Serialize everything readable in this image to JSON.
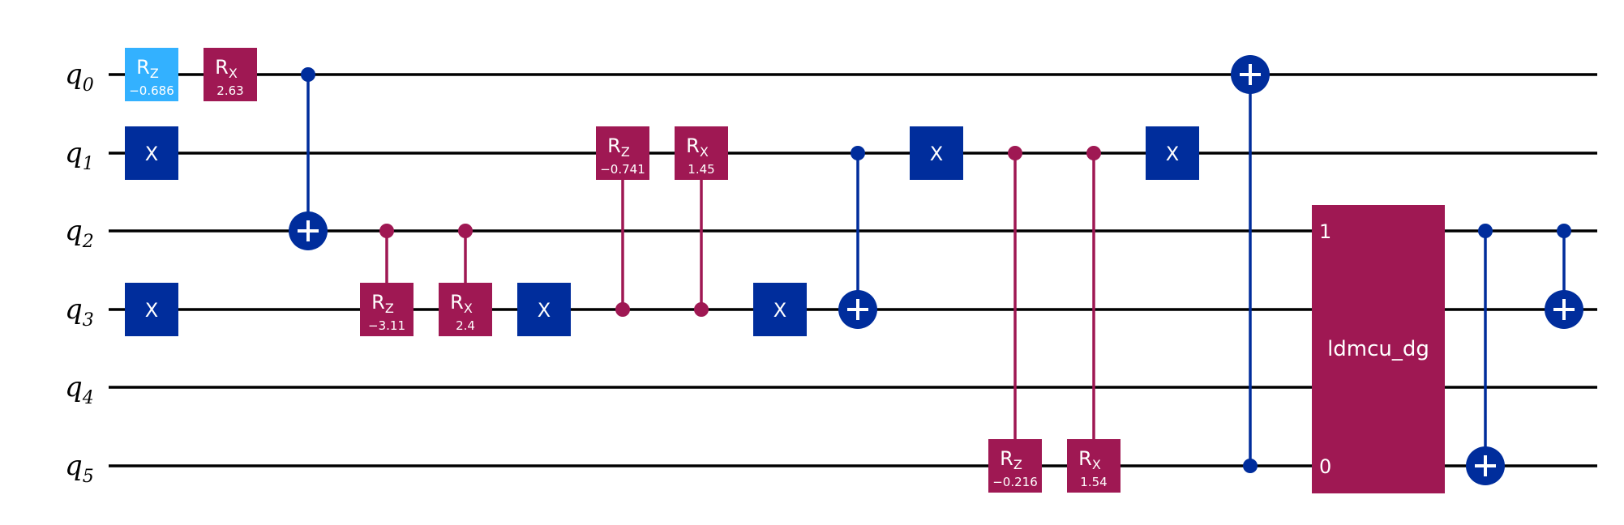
{
  "qubits": [
    {
      "name": "q",
      "index": "0"
    },
    {
      "name": "q",
      "index": "1"
    },
    {
      "name": "q",
      "index": "2"
    },
    {
      "name": "q",
      "index": "3"
    },
    {
      "name": "q",
      "index": "4"
    },
    {
      "name": "q",
      "index": "5"
    }
  ],
  "colors": {
    "pauli": "#002D9C",
    "rz_single": "#33B1FF",
    "controlled_rot": "#9F1853",
    "cnot": "#002D9C",
    "custom": "#9F1853",
    "wire": "#000000"
  },
  "gates": [
    {
      "type": "rot",
      "axis": "Z",
      "param": "−0.686",
      "qubit": 0,
      "col": 0,
      "color": "#33B1FF",
      "text_color": "#000000"
    },
    {
      "type": "rot",
      "axis": "X",
      "param": "2.63",
      "qubit": 0,
      "col": 1,
      "color": "#9F1853"
    },
    {
      "type": "x",
      "label": "X",
      "qubit": 1,
      "col": 0
    },
    {
      "type": "x",
      "label": "X",
      "qubit": 3,
      "col": 0
    },
    {
      "type": "cnot",
      "control": 0,
      "target": 2,
      "col": 2
    },
    {
      "type": "crot",
      "axis": "Z",
      "param": "−3.11",
      "control": 2,
      "target": 3,
      "col": 3
    },
    {
      "type": "crot",
      "axis": "X",
      "param": "2.4",
      "control": 2,
      "target": 3,
      "col": 4
    },
    {
      "type": "x",
      "label": "X",
      "qubit": 3,
      "col": 5
    },
    {
      "type": "crot",
      "axis": "Z",
      "param": "−0.741",
      "control": 3,
      "target": 1,
      "col": 6
    },
    {
      "type": "crot",
      "axis": "X",
      "param": "1.45",
      "control": 3,
      "target": 1,
      "col": 7
    },
    {
      "type": "x",
      "label": "X",
      "qubit": 3,
      "col": 8
    },
    {
      "type": "cnot",
      "control": 1,
      "target": 3,
      "col": 9
    },
    {
      "type": "x",
      "label": "X",
      "qubit": 1,
      "col": 10
    },
    {
      "type": "crot",
      "axis": "Z",
      "param": "−0.216",
      "control": 1,
      "target": 5,
      "col": 11
    },
    {
      "type": "crot",
      "axis": "X",
      "param": "1.54",
      "control": 1,
      "target": 5,
      "col": 12
    },
    {
      "type": "x",
      "label": "X",
      "qubit": 1,
      "col": 13
    },
    {
      "type": "cnot",
      "control": 5,
      "target": 0,
      "col": 14
    },
    {
      "type": "custom",
      "label": "ldmcu_dg",
      "from": 2,
      "to": 5,
      "col": 15,
      "port_labels": [
        {
          "qubit": 2,
          "text": "1"
        },
        {
          "qubit": 5,
          "text": "0"
        }
      ]
    },
    {
      "type": "cnot",
      "control": 2,
      "target": 5,
      "col": 16
    },
    {
      "type": "cnot",
      "control": 2,
      "target": 3,
      "col": 17
    }
  ]
}
